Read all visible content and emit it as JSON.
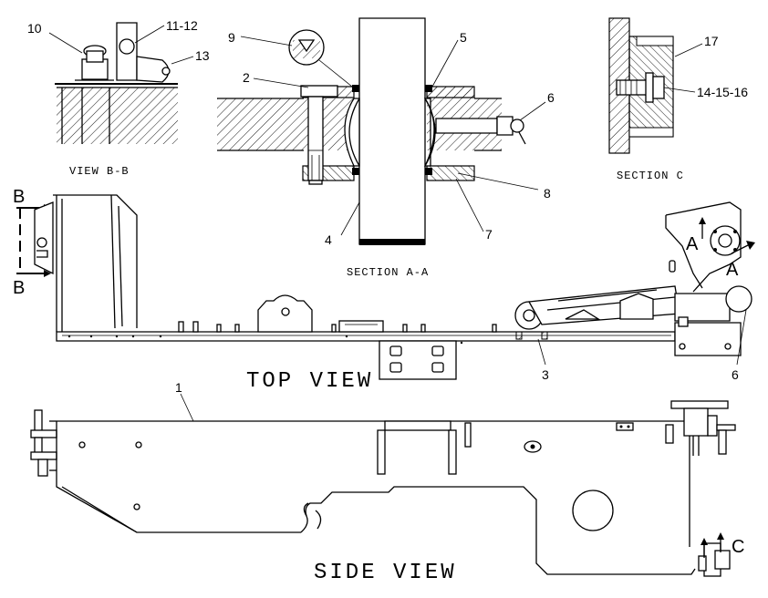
{
  "views": {
    "view_bb": "VIEW B-B",
    "section_aa": "SECTION A-A",
    "section_c": "SECTION C",
    "top_view": "TOP VIEW",
    "side_view": "SIDE VIEW"
  },
  "section_markers": {
    "b_top": "B",
    "b_bottom": "B",
    "a_upper": "A",
    "a_lower": "A",
    "c": "C"
  },
  "callouts": {
    "c1": "1",
    "c2": "2",
    "c3": "3",
    "c4": "4",
    "c5": "5",
    "c6_section": "6",
    "c6_top": "6",
    "c7": "7",
    "c8": "8",
    "c9": "9",
    "c10": "10",
    "c11_12": "11-12",
    "c13": "13",
    "c14_15_16": "14-15-16",
    "c17": "17"
  },
  "colors": {
    "line": "#000000",
    "background": "#ffffff"
  }
}
